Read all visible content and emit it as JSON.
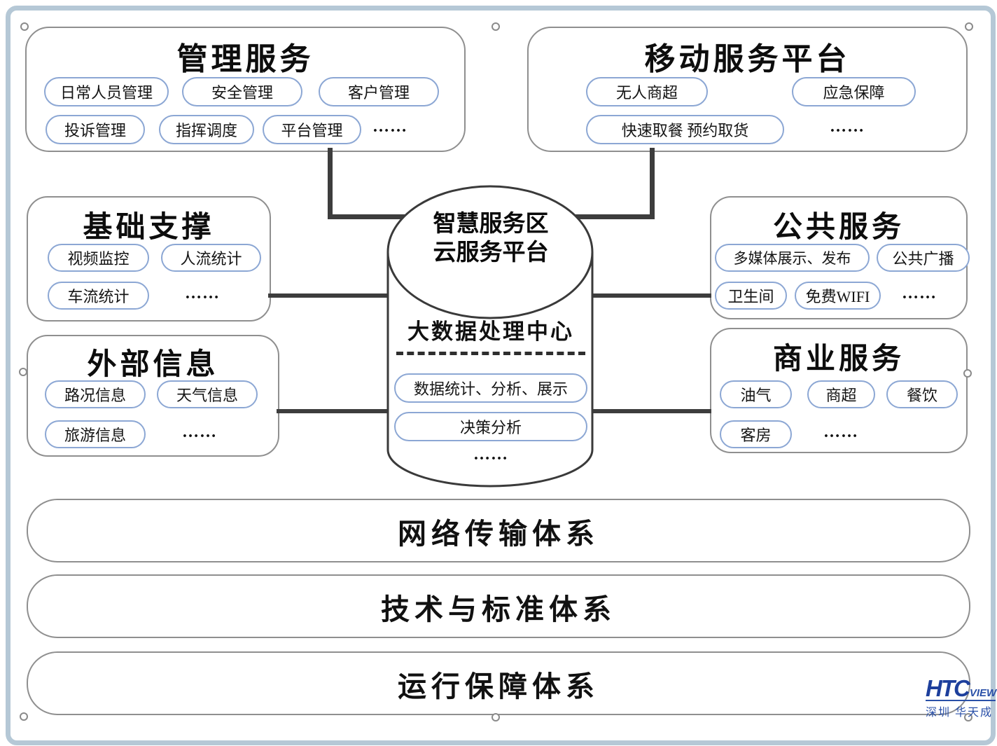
{
  "ellipsis": "……",
  "boxes": {
    "management": {
      "title": "管理服务",
      "pills": [
        "日常人员管理",
        "安全管理",
        "客户管理",
        "投诉管理",
        "指挥调度",
        "平台管理"
      ]
    },
    "mobile": {
      "title": "移动服务平台",
      "pills": [
        "无人商超",
        "应急保障",
        "快速取餐 预约取货"
      ]
    },
    "basic": {
      "title": "基础支撑",
      "pills": [
        "视频监控",
        "人流统计",
        "车流统计"
      ]
    },
    "external": {
      "title": "外部信息",
      "pills": [
        "路况信息",
        "天气信息",
        "旅游信息"
      ]
    },
    "public": {
      "title": "公共服务",
      "pills": [
        "多媒体展示、发布",
        "公共广播",
        "卫生间",
        "免费WIFI"
      ]
    },
    "commercial": {
      "title": "商业服务",
      "pills": [
        "油气",
        "商超",
        "餐饮",
        "客房"
      ]
    }
  },
  "center": {
    "title_line1": "智慧服务区",
    "title_line2": "云服务平台",
    "subtitle": "大数据处理中心",
    "pills": [
      "数据统计、分析、展示",
      "决策分析"
    ]
  },
  "layers": [
    "网络传输体系",
    "技术与标准体系",
    "运行保障体系"
  ],
  "logo": {
    "brand": "HTC",
    "suffix": "view",
    "subtitle": "深圳 华天成"
  },
  "colors": {
    "pill_border": "#8ca7d4",
    "box_border": "#8f8f8f",
    "connector": "#3d3d3d",
    "frame": "#b5c8d6",
    "logo_blue": "#1d3f9c"
  }
}
